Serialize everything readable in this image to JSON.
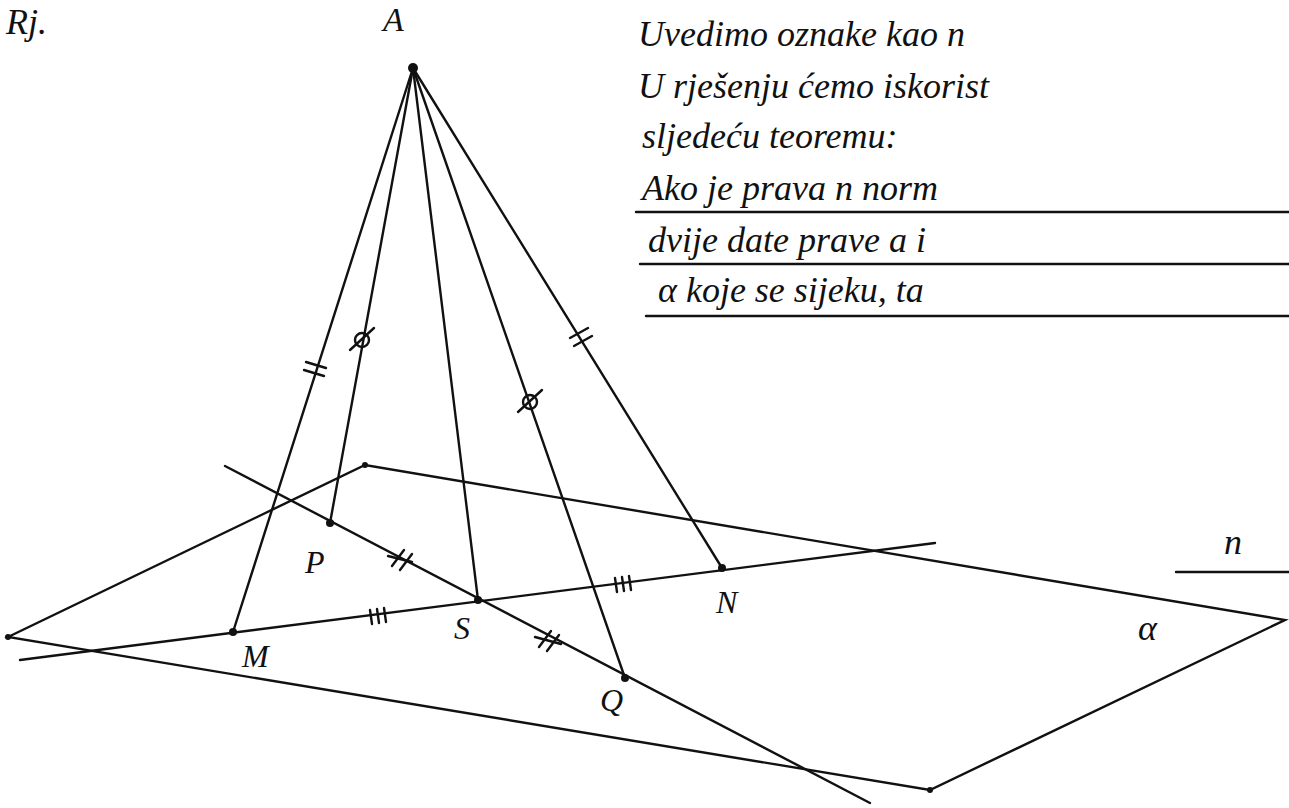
{
  "diagram": {
    "labels": [
      "Rj.",
      "A",
      "Uvedimo oznake kao n",
      "U rješenju ćemo iskorist",
      "sljedeću teoremu:",
      "Ako je prava n norm",
      "dvije date prave a i",
      "α koje se sijeku, ta",
      "n",
      "P",
      "S",
      "M",
      "N",
      "Q",
      "α"
    ]
  }
}
